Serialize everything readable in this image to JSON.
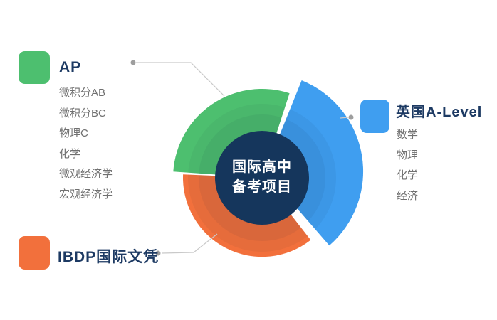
{
  "center_badge": {
    "line1": "国际高中",
    "line2": "备考项目"
  },
  "colors": {
    "green": "#4dbf6f",
    "orange": "#f2703c",
    "blue": "#3f9ef0",
    "navy": "#15365c",
    "label_text": "#1d3a63",
    "list_text": "#707070",
    "connector_line": "#c9c9c9",
    "connector_dot": "#9e9e9e"
  },
  "ap": {
    "label": "AP",
    "items": [
      "微积分AB",
      "微积分BC",
      "物理C",
      "化学",
      "微观经济学",
      "宏观经济学"
    ]
  },
  "alevel": {
    "label": "英国A-Level",
    "items": [
      "数学",
      "物理",
      "化学",
      "经济"
    ]
  },
  "ibdp": {
    "label": "IBDP国际文凭"
  },
  "segments": [
    {
      "name": "AP",
      "color": "#4dbf6f",
      "position": "top-left"
    },
    {
      "name": "英国A-Level",
      "color": "#3f9ef0",
      "position": "right-exploded"
    },
    {
      "name": "IBDP国际文凭",
      "color": "#f2703c",
      "position": "bottom-left"
    }
  ]
}
